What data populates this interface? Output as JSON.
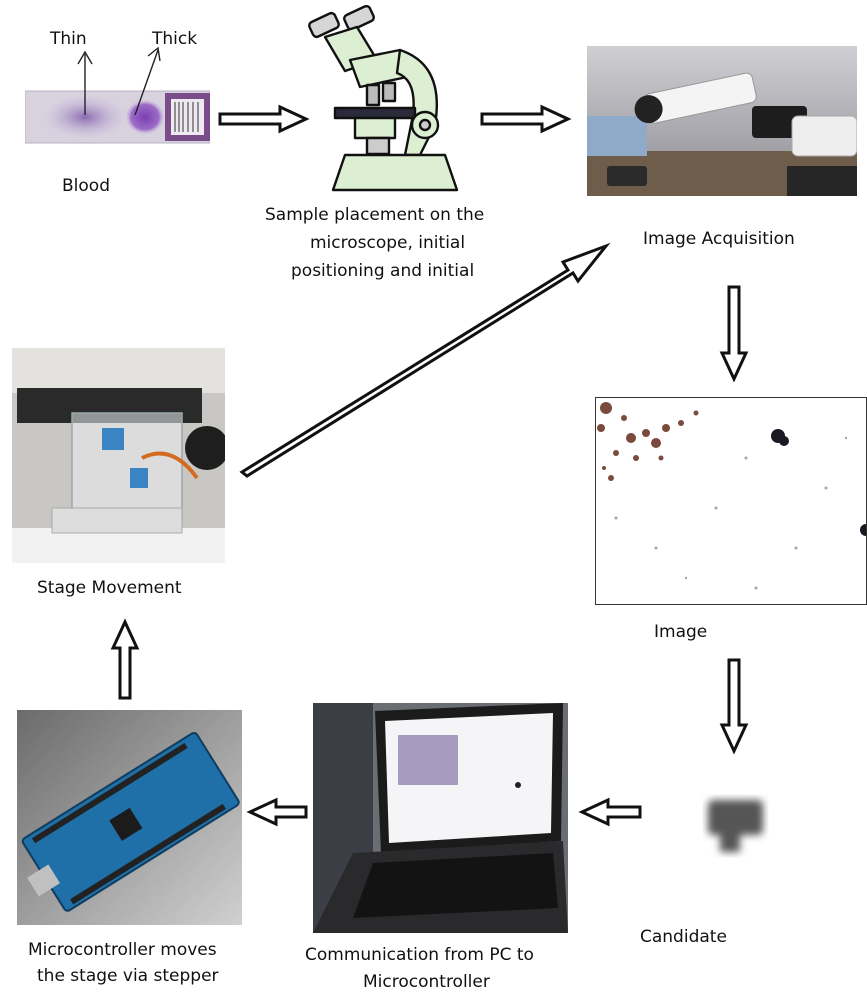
{
  "labels": {
    "thin": "Thin",
    "thick": "Thick",
    "blood": "Blood",
    "sample_line1": "Sample placement on the",
    "sample_line2": "microscope, initial",
    "sample_line3": "positioning and initial",
    "image_acquisition": "Image Acquisition",
    "image": "Image",
    "stage_movement": "Stage Movement",
    "candidate": "Candidate",
    "comm_line1": "Communication from PC to",
    "comm_line2": "Microcontroller",
    "mcu_line1": "Microcontroller moves",
    "mcu_line2": "the stage via stepper"
  }
}
